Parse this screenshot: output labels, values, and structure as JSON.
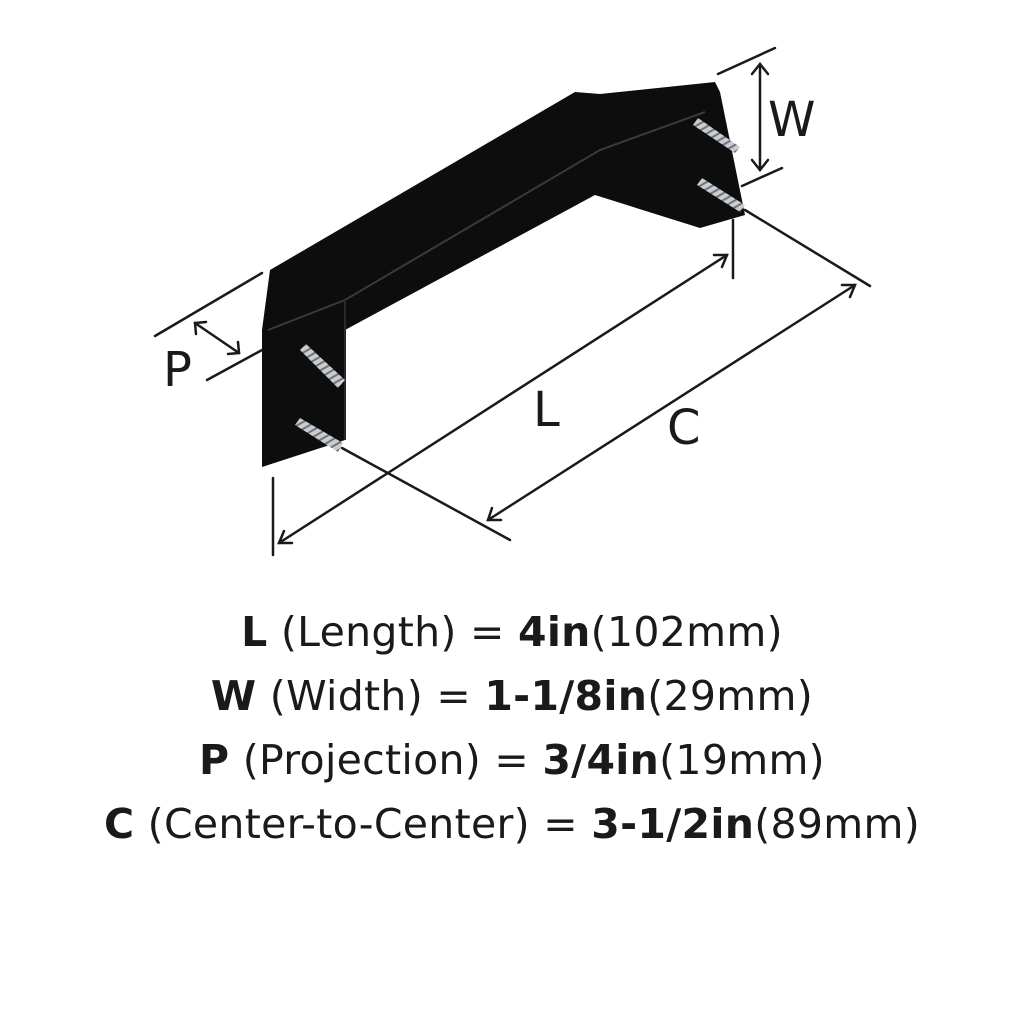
{
  "diagram": {
    "labels": {
      "w": "W",
      "p": "P",
      "l": "L",
      "c": "C"
    },
    "colors": {
      "handle": "#0d0d0d",
      "screw": "#b8bcc2",
      "lines": "#1a1a1a"
    }
  },
  "specs": [
    {
      "letter": "L",
      "name": " (Length) = ",
      "imperial": "4in",
      "metric": "(102mm)"
    },
    {
      "letter": "W",
      "name": " (Width) = ",
      "imperial": "1-1/8in",
      "metric": "(29mm)"
    },
    {
      "letter": "P",
      "name": " (Projection) = ",
      "imperial": "3/4in",
      "metric": "(19mm)"
    },
    {
      "letter": "C",
      "name": " (Center-to-Center) = ",
      "imperial": "3-1/2in",
      "metric": "(89mm)"
    }
  ]
}
